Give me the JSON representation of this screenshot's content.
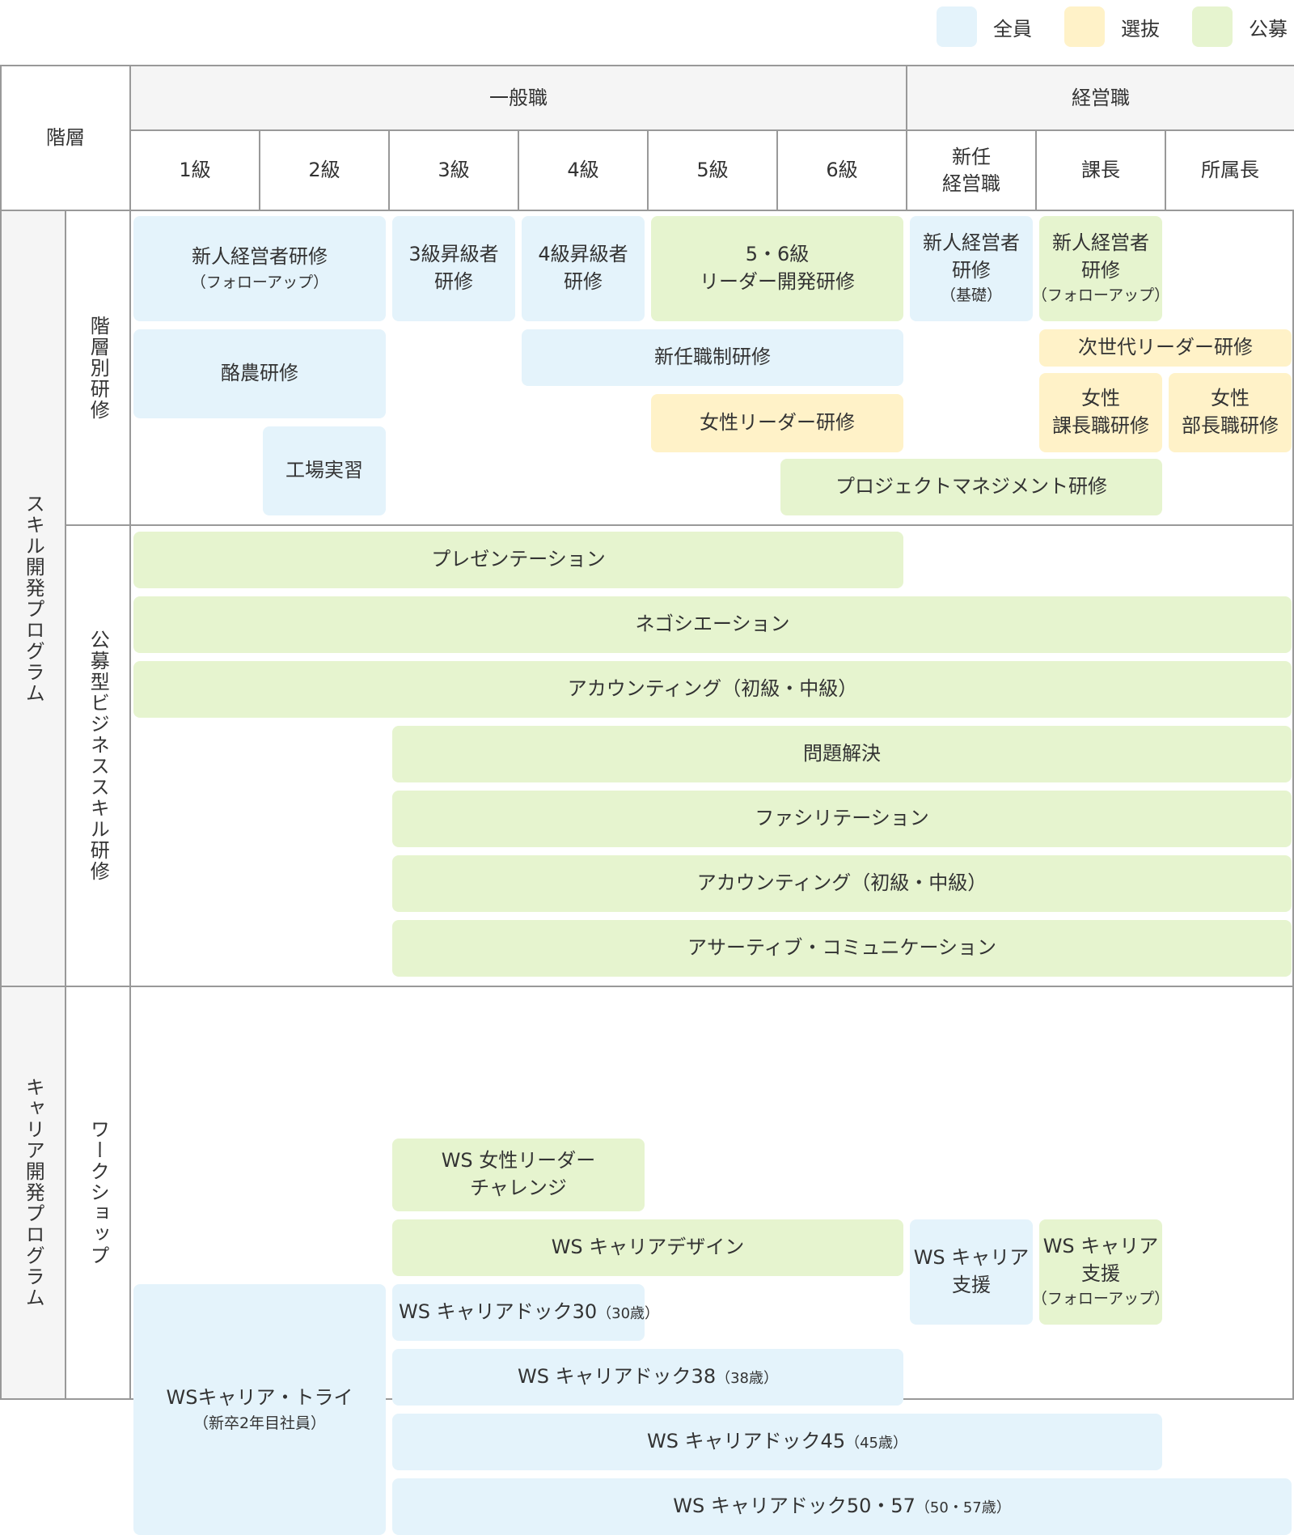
{
  "legend": [
    {
      "label": "全員",
      "color": "#e4f3fb",
      "key": "all"
    },
    {
      "label": "選抜",
      "color": "#fff2c8",
      "key": "sel"
    },
    {
      "label": "公募",
      "color": "#e6f4cf",
      "key": "pub"
    }
  ],
  "header": {
    "corner": "階層",
    "groups": [
      {
        "label": "一般職",
        "grades": 6
      },
      {
        "label": "経営職",
        "grades": 3
      }
    ],
    "grades": [
      "1級",
      "2級",
      "3級",
      "4級",
      "5級",
      "6級",
      "新任\n経営職",
      "課長",
      "所属長"
    ]
  },
  "sections": [
    {
      "label": "スキル開発プログラム",
      "subsections": [
        {
          "label": "階層別研修"
        },
        {
          "label": "公募型ビジネススキル研修"
        }
      ]
    },
    {
      "label": "キャリア開発プログラム",
      "subsections": [
        {
          "label": "ワークショップ"
        }
      ]
    }
  ],
  "programs": [
    {
      "sub": 0,
      "lines": [
        "新人経営者研修"
      ],
      "note": "（フォローアップ）",
      "from": 1,
      "to": 2,
      "type": "all"
    },
    {
      "sub": 0,
      "lines": [
        "3級昇級者",
        "研修"
      ],
      "note": "",
      "from": 3,
      "to": 3,
      "type": "all"
    },
    {
      "sub": 0,
      "lines": [
        "4級昇級者",
        "研修"
      ],
      "note": "",
      "from": 4,
      "to": 4,
      "type": "all"
    },
    {
      "sub": 0,
      "lines": [
        "5・6級",
        "リーダー開発研修"
      ],
      "note": "",
      "from": 5,
      "to": 6,
      "type": "pub"
    },
    {
      "sub": 0,
      "lines": [
        "新人経営者",
        "研修"
      ],
      "note": "（基礎）",
      "from": 7,
      "to": 7,
      "type": "all"
    },
    {
      "sub": 0,
      "lines": [
        "新人経営者",
        "研修"
      ],
      "note": "（フォローアップ）",
      "from": 8,
      "to": 8,
      "type": "pub"
    },
    {
      "sub": 0,
      "lines": [
        "酪農研修"
      ],
      "note": "",
      "from": 1,
      "to": 2,
      "type": "all"
    },
    {
      "sub": 0,
      "lines": [
        "新任職制研修"
      ],
      "note": "",
      "from": 4,
      "to": 6,
      "type": "all"
    },
    {
      "sub": 0,
      "lines": [
        "次世代リーダー研修"
      ],
      "note": "",
      "from": 8,
      "to": 9,
      "type": "sel"
    },
    {
      "sub": 0,
      "lines": [
        "女性リーダー研修"
      ],
      "note": "",
      "from": 5,
      "to": 6,
      "type": "sel"
    },
    {
      "sub": 0,
      "lines": [
        "女性",
        "課長職研修"
      ],
      "note": "",
      "from": 8,
      "to": 8,
      "type": "sel"
    },
    {
      "sub": 0,
      "lines": [
        "女性",
        "部長職研修"
      ],
      "note": "",
      "from": 9,
      "to": 9,
      "type": "sel"
    },
    {
      "sub": 0,
      "lines": [
        "工場実習"
      ],
      "note": "",
      "from": 2,
      "to": 2,
      "type": "all"
    },
    {
      "sub": 0,
      "lines": [
        "プロジェクトマネジメント研修"
      ],
      "note": "",
      "from": 6,
      "to": 8,
      "type": "pub"
    },
    {
      "sub": 1,
      "lines": [
        "プレゼンテーション"
      ],
      "note": "",
      "from": 1,
      "to": 6,
      "type": "pub"
    },
    {
      "sub": 1,
      "lines": [
        "ネゴシエーション"
      ],
      "note": "",
      "from": 1,
      "to": 9,
      "type": "pub"
    },
    {
      "sub": 1,
      "lines": [
        "アカウンティング（初級・中級）"
      ],
      "note": "",
      "from": 1,
      "to": 9,
      "type": "pub"
    },
    {
      "sub": 1,
      "lines": [
        "問題解決"
      ],
      "note": "",
      "from": 3,
      "to": 9,
      "type": "pub"
    },
    {
      "sub": 1,
      "lines": [
        "ファシリテーション"
      ],
      "note": "",
      "from": 3,
      "to": 9,
      "type": "pub"
    },
    {
      "sub": 1,
      "lines": [
        "アカウンティング（初級・中級）"
      ],
      "note": "",
      "from": 3,
      "to": 9,
      "type": "pub"
    },
    {
      "sub": 1,
      "lines": [
        "アサーティブ・コミュニケーション"
      ],
      "note": "",
      "from": 3,
      "to": 9,
      "type": "pub"
    },
    {
      "sub": 2,
      "lines": [
        "WS 女性リーダー",
        "チャレンジ"
      ],
      "note": "",
      "from": 3,
      "to": 4,
      "type": "pub"
    },
    {
      "sub": 2,
      "lines": [
        "WS キャリアデザイン"
      ],
      "note": "",
      "from": 3,
      "to": 6,
      "type": "pub"
    },
    {
      "sub": 2,
      "lines": [
        "WS キャリア",
        "支援"
      ],
      "note": "",
      "from": 7,
      "to": 7,
      "type": "all"
    },
    {
      "sub": 2,
      "lines": [
        "WS キャリア",
        "支援"
      ],
      "note": "（フォローアップ）",
      "from": 8,
      "to": 8,
      "type": "pub"
    },
    {
      "sub": 2,
      "lines": [
        "WSキャリア・トライ"
      ],
      "note": "（新卒2年目社員）",
      "from": 1,
      "to": 2,
      "type": "all"
    },
    {
      "sub": 2,
      "lines": [
        "WS キャリアドック30"
      ],
      "inline_note": "（30歳）",
      "note": "",
      "from": 3,
      "to": 4,
      "type": "all"
    },
    {
      "sub": 2,
      "lines": [
        "WS キャリアドック38"
      ],
      "inline_note": "（38歳）",
      "note": "",
      "from": 3,
      "to": 6,
      "type": "all"
    },
    {
      "sub": 2,
      "lines": [
        "WS キャリアドック45"
      ],
      "inline_note": "（45歳）",
      "note": "",
      "from": 3,
      "to": 8,
      "type": "all"
    },
    {
      "sub": 2,
      "lines": [
        "WS キャリアドック50・57"
      ],
      "inline_note": "（50・57歳）",
      "note": "",
      "from": 3,
      "to": 9,
      "type": "all"
    }
  ]
}
